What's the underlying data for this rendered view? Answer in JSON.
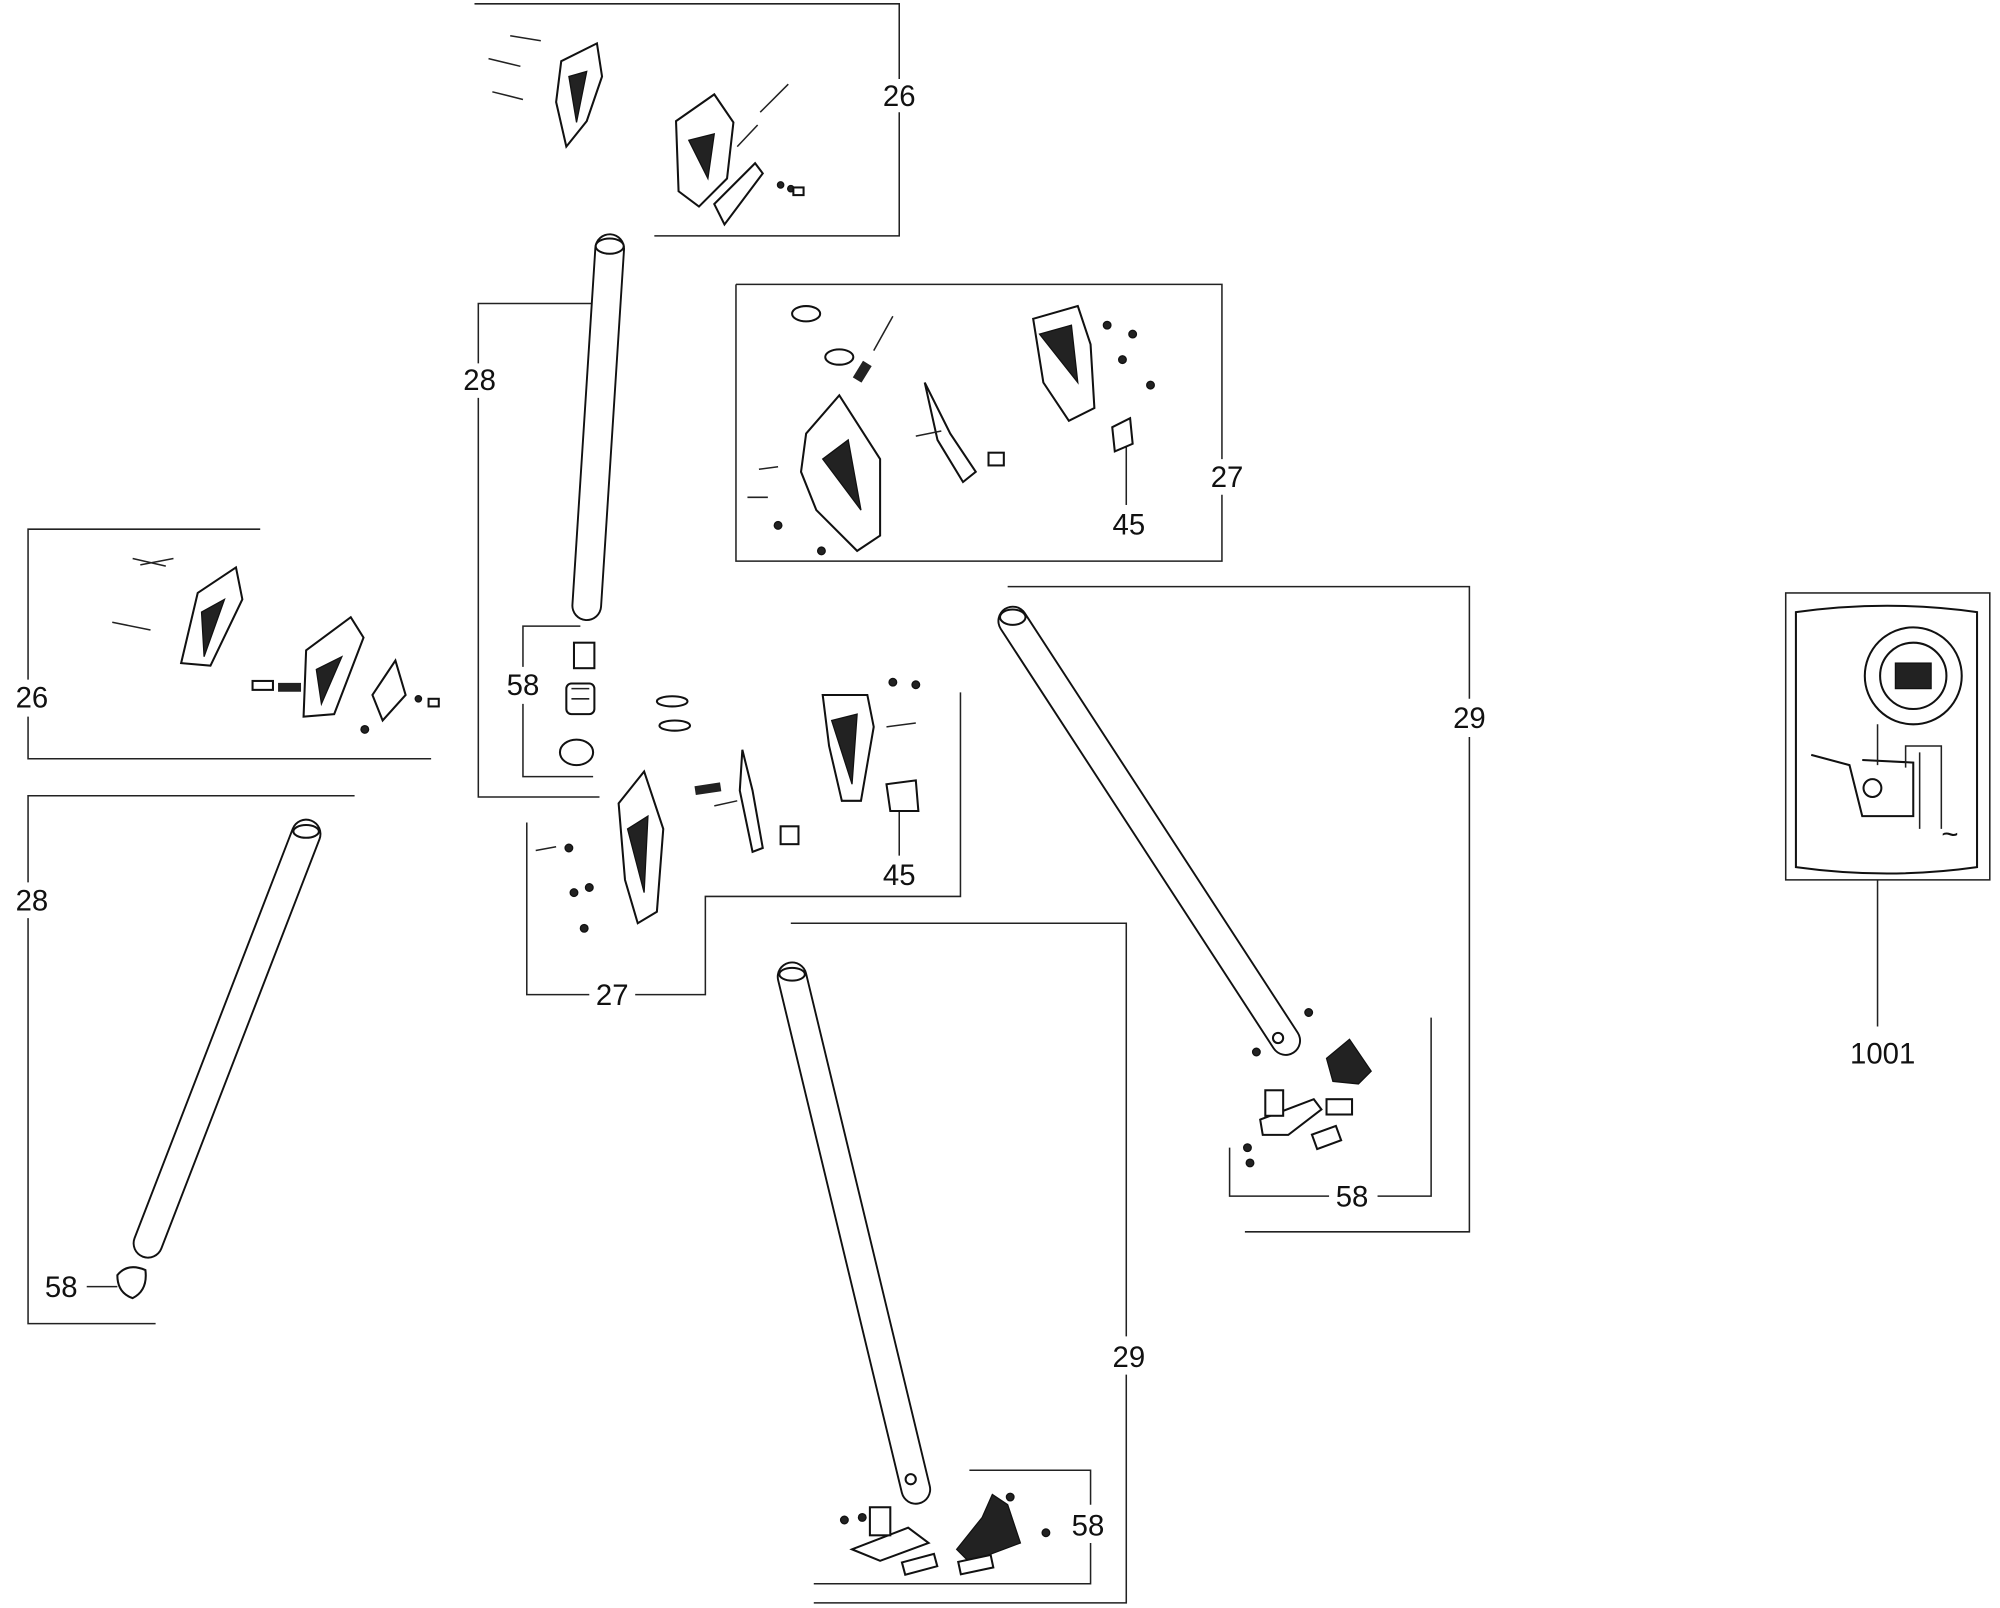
{
  "diagram": {
    "type": "exploded-parts-diagram",
    "callouts": {
      "top_handle_group": "26",
      "center_tube_group": "28",
      "top_hinge_group": "27",
      "top_hinge_bracket": "45",
      "center_cap_group": "58",
      "left_handle_group": "26",
      "left_tube_group": "28",
      "left_end_cap": "58",
      "middle_hinge_group": "27",
      "middle_hinge_bracket": "45",
      "right_leg_group": "29",
      "right_foot_group": "58",
      "bottom_leg_group": "29",
      "bottom_foot_group": "58",
      "wiring_inset": "1001"
    },
    "colors": {
      "line": "#222222",
      "background": "#ffffff"
    }
  }
}
